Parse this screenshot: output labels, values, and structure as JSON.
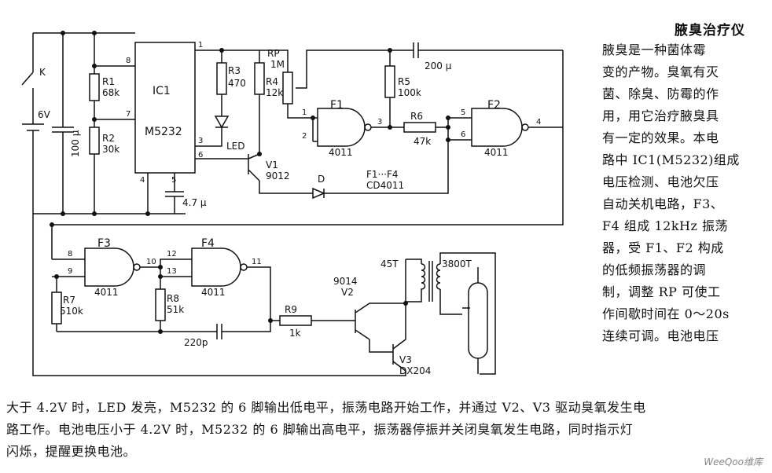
{
  "title": "腋臭治疗仪",
  "side_text": [
    "腋臭是一种菌体霉",
    "变的产物。臭氧有灭",
    "菌、除臭、防霉的作",
    "用，用它治疗腋臭具",
    "有一定的效果。本电",
    "路中 IC1(M5232)组成",
    "电压检测、电池欠压",
    "自动关机电路，F3、",
    "F4 组成 12kHz 振荡",
    "器，受 F1、F2 构成",
    "的低频振荡器的调",
    "制，调整 RP 可使工",
    "作间歇时间在 0～20s",
    "连续可调。电池电压"
  ],
  "bottom_text": [
    "大于 4.2V 时，LED 发亮，M5232 的 6 脚输出低电平，振荡电路开始工作，并通过 V2、V3 驱动臭氧发生电",
    "路工作。电池电压小于 4.2V 时，M5232 的 6 脚输出高电平，振荡器停振并关闭臭氧发生电路，同时指示灯",
    "闪烁，提醒更换电池。"
  ],
  "watermark": "WeeQoo维库",
  "schematic": {
    "switch": "K",
    "battery": "6V",
    "c_100": "100 μ",
    "r1": "R1",
    "r1_val": "68k",
    "r2": "R2",
    "r2_val": "30k",
    "ic1": "IC1",
    "ic1_part": "M5232",
    "r3": "R3",
    "r3_val": "470",
    "r4": "R4",
    "r4_val": "12k",
    "led": "LED",
    "c_47": "4.7 μ",
    "v1": "V1",
    "v1_part": "9012",
    "rp": "RP",
    "rp_val": "1M",
    "f1": "F1",
    "f1_part": "4011",
    "r5": "R5",
    "r5_val": "100k",
    "c_200": "200 μ",
    "r6": "R6",
    "r6_val": "47k",
    "f2": "F2",
    "f2_part": "4011",
    "d": "D",
    "f1f4": "F1···F4",
    "cd4011": "CD4011",
    "f3": "F3",
    "f3_part": "4011",
    "f4": "F4",
    "f4_part": "4011",
    "r7": "R7",
    "r7_val": "510k",
    "r8": "R8",
    "r8_val": "51k",
    "c_220": "220p",
    "r9": "R9",
    "r9_val": "1k",
    "v2_part": "9014",
    "v2": "V2",
    "v3": "V3",
    "v3_part": "DX204",
    "t_primary": "45T",
    "t_secondary": "3800T",
    "pins": {
      "ic_8": "8",
      "ic_7": "7",
      "ic_1": "1",
      "ic_3": "3",
      "ic_6": "6",
      "ic_4": "4",
      "ic_5": "5",
      "f1_1": "1",
      "f1_2": "2",
      "f1_3": "3",
      "f2_5": "5",
      "f2_6": "6",
      "f2_4": "4",
      "f3_8": "8",
      "f3_9": "9",
      "f3_10": "10",
      "f4_12": "12",
      "f4_13": "13",
      "f4_11": "11"
    }
  }
}
